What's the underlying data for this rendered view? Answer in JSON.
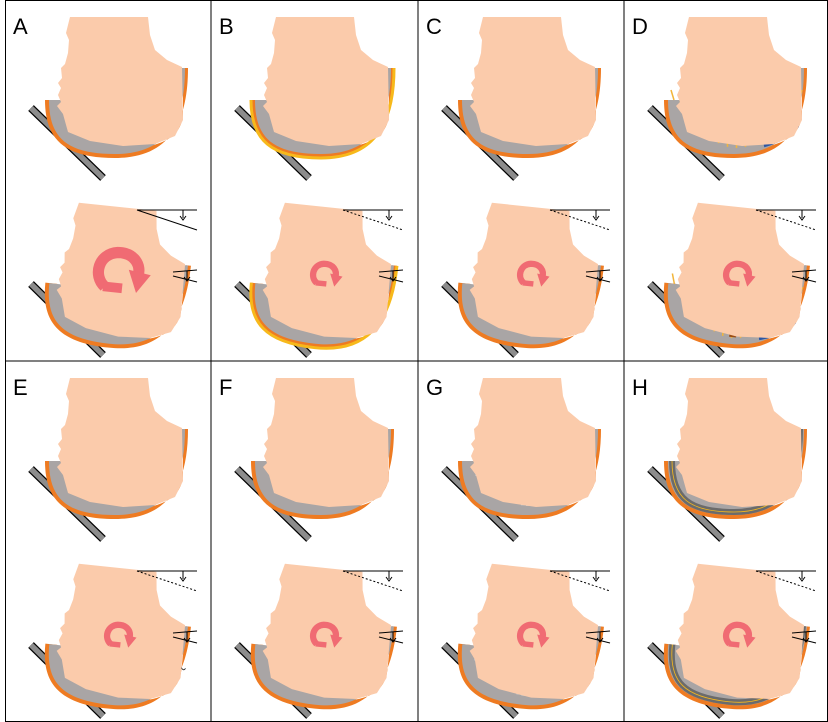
{
  "figure": {
    "panels": [
      {
        "letter": "A",
        "variant": "plain"
      },
      {
        "letter": "B",
        "variant": "outer-yellow"
      },
      {
        "letter": "C",
        "variant": "inner-yellow"
      },
      {
        "letter": "D",
        "variant": "radial-lines"
      },
      {
        "letter": "E",
        "variant": "squiggles"
      },
      {
        "letter": "F",
        "variant": "patches"
      },
      {
        "letter": "G",
        "variant": "teeth"
      },
      {
        "letter": "H",
        "variant": "dark-band"
      }
    ],
    "colors": {
      "head": "#fbcbab",
      "inner_padding": "#d4d4d4",
      "outer_shell": "#a9a5a5",
      "shell_edge": "#ee7b22",
      "rotation_arrow": "#f06b73",
      "yellow_layer": "#f7b91b",
      "cream_layer": "#fdf1c8",
      "fiber_line": "#f2b53a",
      "dark_band": "#6b6b6b",
      "blue_segment": "#2b56a5",
      "brown_bits": "#9b4d14",
      "surface_plate": "#8c8c8c",
      "grid_line": "#000000"
    },
    "icons": [
      "rotation-arrow-icon",
      "angle-indicator-icon",
      "impact-surface-icon"
    ]
  }
}
